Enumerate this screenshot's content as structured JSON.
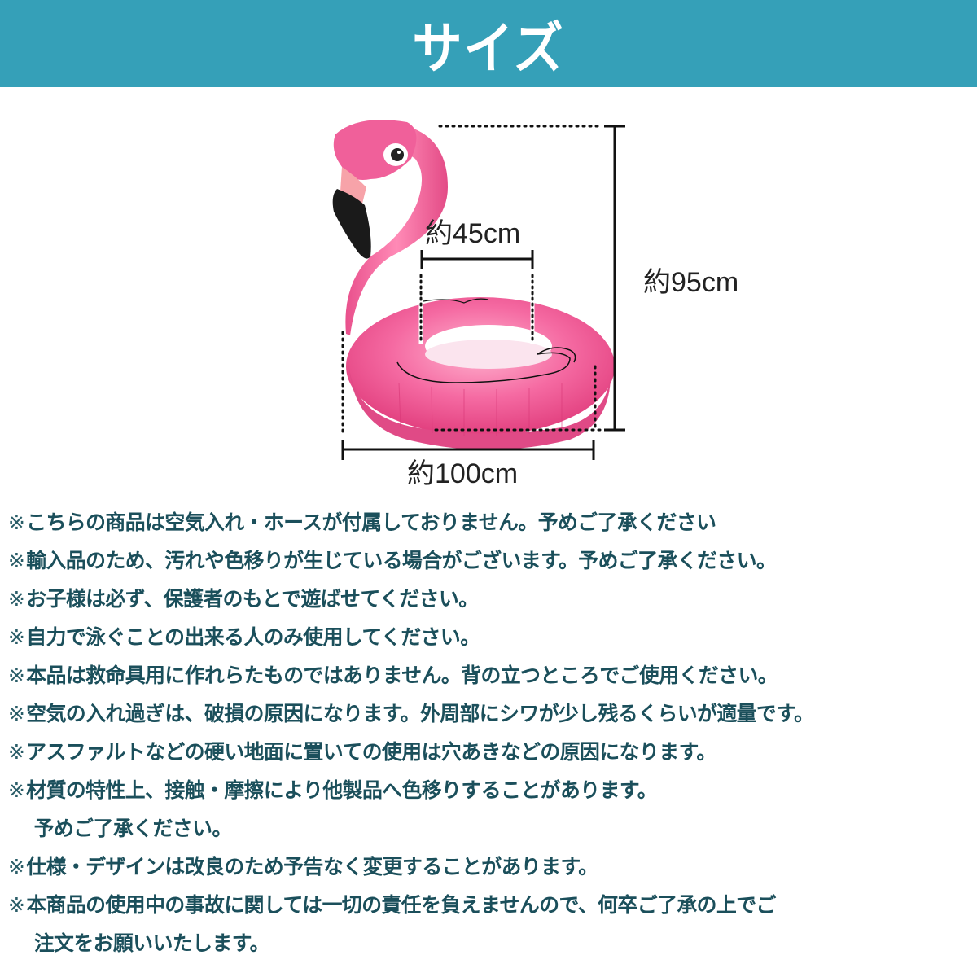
{
  "header": {
    "title": "サイズ",
    "background_color": "#35a0b8",
    "text_color": "#ffffff"
  },
  "product_figure": {
    "subject": "pink flamingo inflatable swim ring",
    "colors": {
      "body_pink": "#f0609a",
      "beak_black": "#1a1a1a",
      "dimension_line": "#111111"
    },
    "dimensions": {
      "inner_diameter": "約45cm",
      "height": "約95cm",
      "width": "約100cm"
    }
  },
  "notes": {
    "mark": "※",
    "text_color": "#1b4f5b",
    "items": [
      {
        "text": "こちらの商品は空気入れ・ホースが付属しておりません。予めご了承ください"
      },
      {
        "text": "輸入品のため、汚れや色移りが生じている場合がございます。予めご了承ください。"
      },
      {
        "text": "お子様は必ず、保護者のもとで遊ばせてください。"
      },
      {
        "text": "自力で泳ぐことの出来る人のみ使用してください。"
      },
      {
        "text": "本品は救命具用に作れらたものではありません。背の立つところでご使用ください。"
      },
      {
        "text": "空気の入れ過ぎは、破損の原因になります。外周部にシワが少し残るくらいが適量です。"
      },
      {
        "text": "アスファルトなどの硬い地面に置いての使用は穴あきなどの原因になります。"
      },
      {
        "text": "材質の特性上、接触・摩擦により他製品へ色移りすることがあります。",
        "continuation": "予めご了承ください。"
      },
      {
        "text": "仕様・デザインは改良のため予告なく変更することがあります。"
      },
      {
        "text": "本商品の使用中の事故に関しては一切の責任を負えませんので、何卒ご了承の上でご",
        "continuation": "注文をお願いいたします。"
      }
    ]
  }
}
